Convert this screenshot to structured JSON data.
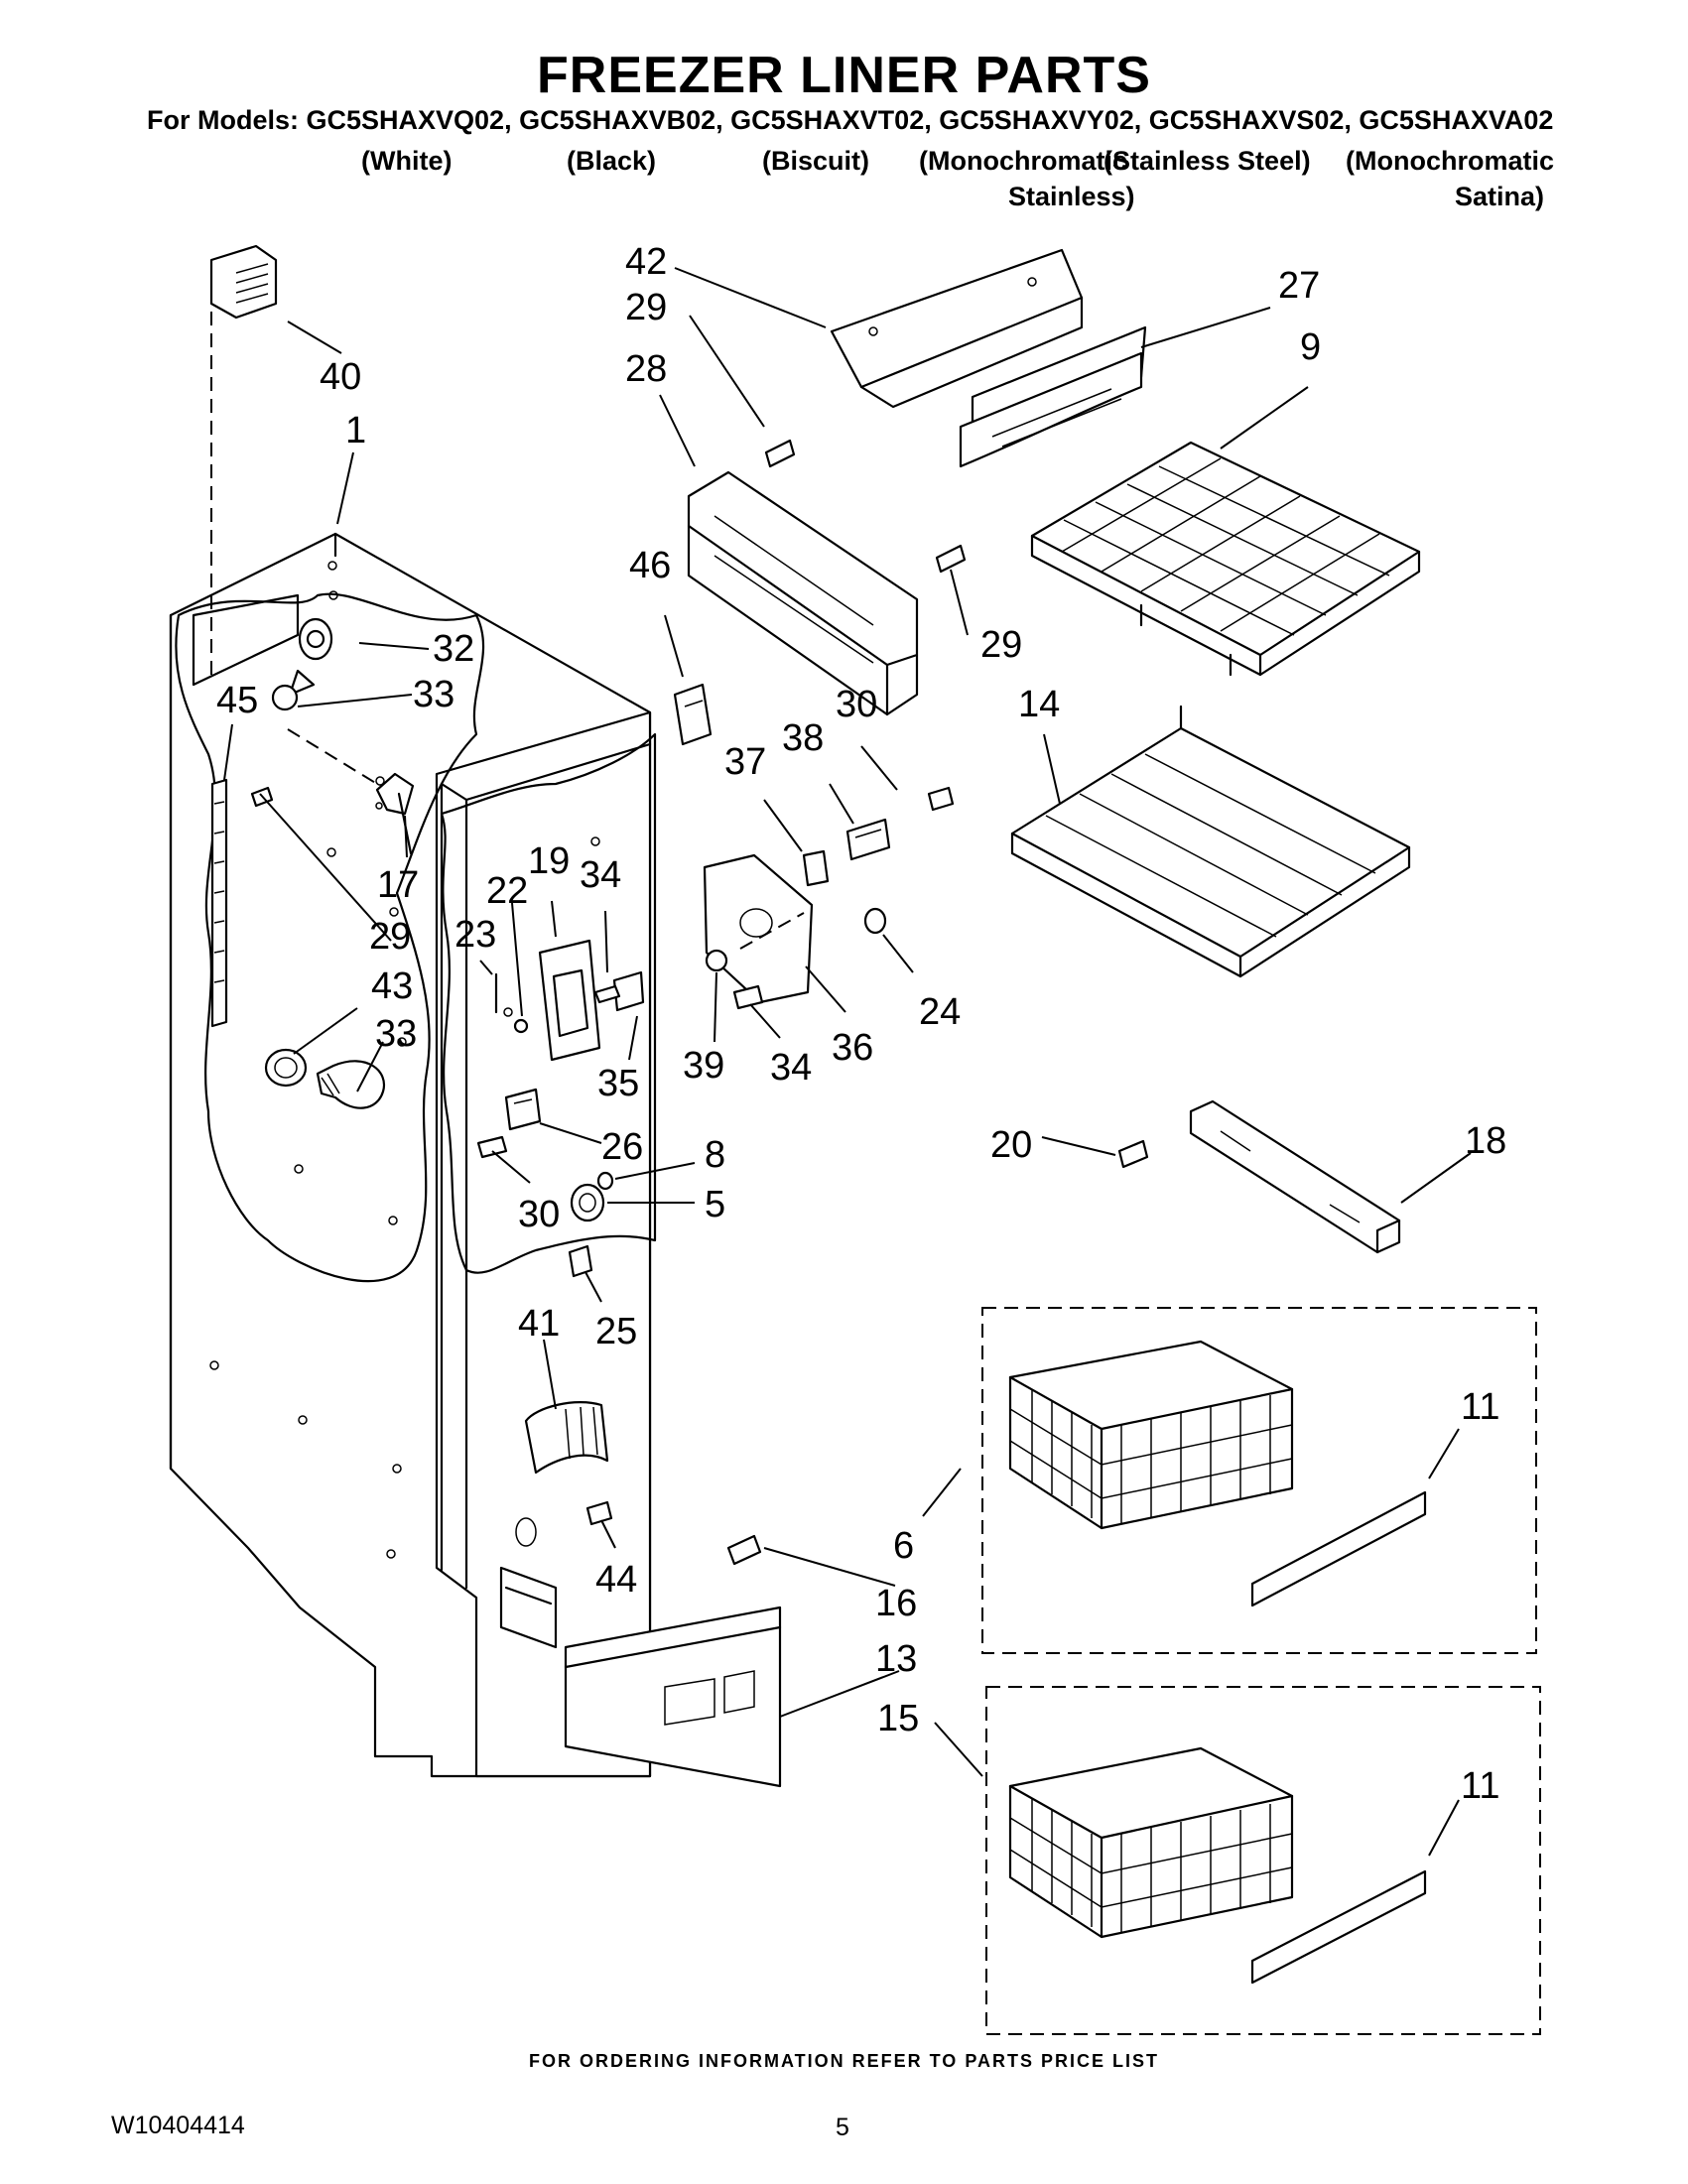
{
  "header": {
    "title": "FREEZER LINER PARTS",
    "models_line": "For Models: GC5SHAXVQ02, GC5SHAXVB02, GC5SHAXVT02, GC5SHAXVY02, GC5SHAXVS02, GC5SHAXVA02",
    "variants": [
      {
        "line1": "(White)",
        "line2": ""
      },
      {
        "line1": "(Black)",
        "line2": ""
      },
      {
        "line1": "(Biscuit)",
        "line2": ""
      },
      {
        "line1": "(Monochromatic",
        "line2": "Stainless)"
      },
      {
        "line1": "(Stainless Steel)",
        "line2": ""
      },
      {
        "line1": "(Monochromatic",
        "line2": "Satina)"
      }
    ]
  },
  "callouts": [
    {
      "id": "c42a",
      "label": "42"
    },
    {
      "id": "c29a",
      "label": "29"
    },
    {
      "id": "c28",
      "label": "28"
    },
    {
      "id": "c27",
      "label": "27"
    },
    {
      "id": "c9",
      "label": "9"
    },
    {
      "id": "c40",
      "label": "40"
    },
    {
      "id": "c1",
      "label": "1"
    },
    {
      "id": "c29b",
      "label": "29"
    },
    {
      "id": "c46",
      "label": "46"
    },
    {
      "id": "c32",
      "label": "32"
    },
    {
      "id": "c33a",
      "label": "33"
    },
    {
      "id": "c45",
      "label": "45"
    },
    {
      "id": "c30a",
      "label": "30"
    },
    {
      "id": "c14",
      "label": "14"
    },
    {
      "id": "c38",
      "label": "38"
    },
    {
      "id": "c37",
      "label": "37"
    },
    {
      "id": "c19",
      "label": "19"
    },
    {
      "id": "c34a",
      "label": "34"
    },
    {
      "id": "c22",
      "label": "22"
    },
    {
      "id": "c17",
      "label": "17"
    },
    {
      "id": "c23",
      "label": "23"
    },
    {
      "id": "c29c",
      "label": "29"
    },
    {
      "id": "c43",
      "label": "43"
    },
    {
      "id": "c24",
      "label": "24"
    },
    {
      "id": "c33b",
      "label": "33"
    },
    {
      "id": "c39",
      "label": "39"
    },
    {
      "id": "c36",
      "label": "36"
    },
    {
      "id": "c34b",
      "label": "34"
    },
    {
      "id": "c35",
      "label": "35"
    },
    {
      "id": "c20",
      "label": "20"
    },
    {
      "id": "c18",
      "label": "18"
    },
    {
      "id": "c26",
      "label": "26"
    },
    {
      "id": "c8",
      "label": "8"
    },
    {
      "id": "c5",
      "label": "5"
    },
    {
      "id": "c30b",
      "label": "30"
    },
    {
      "id": "c25",
      "label": "25"
    },
    {
      "id": "c41",
      "label": "41"
    },
    {
      "id": "c11a",
      "label": "11"
    },
    {
      "id": "c6",
      "label": "6"
    },
    {
      "id": "c44",
      "label": "44"
    },
    {
      "id": "c16",
      "label": "16"
    },
    {
      "id": "c13",
      "label": "13"
    },
    {
      "id": "c15",
      "label": "15"
    },
    {
      "id": "c11b",
      "label": "11"
    }
  ],
  "footer": {
    "ordering": "FOR ORDERING INFORMATION REFER TO PARTS PRICE LIST",
    "doc_number": "W10404414",
    "page_number": "5"
  }
}
